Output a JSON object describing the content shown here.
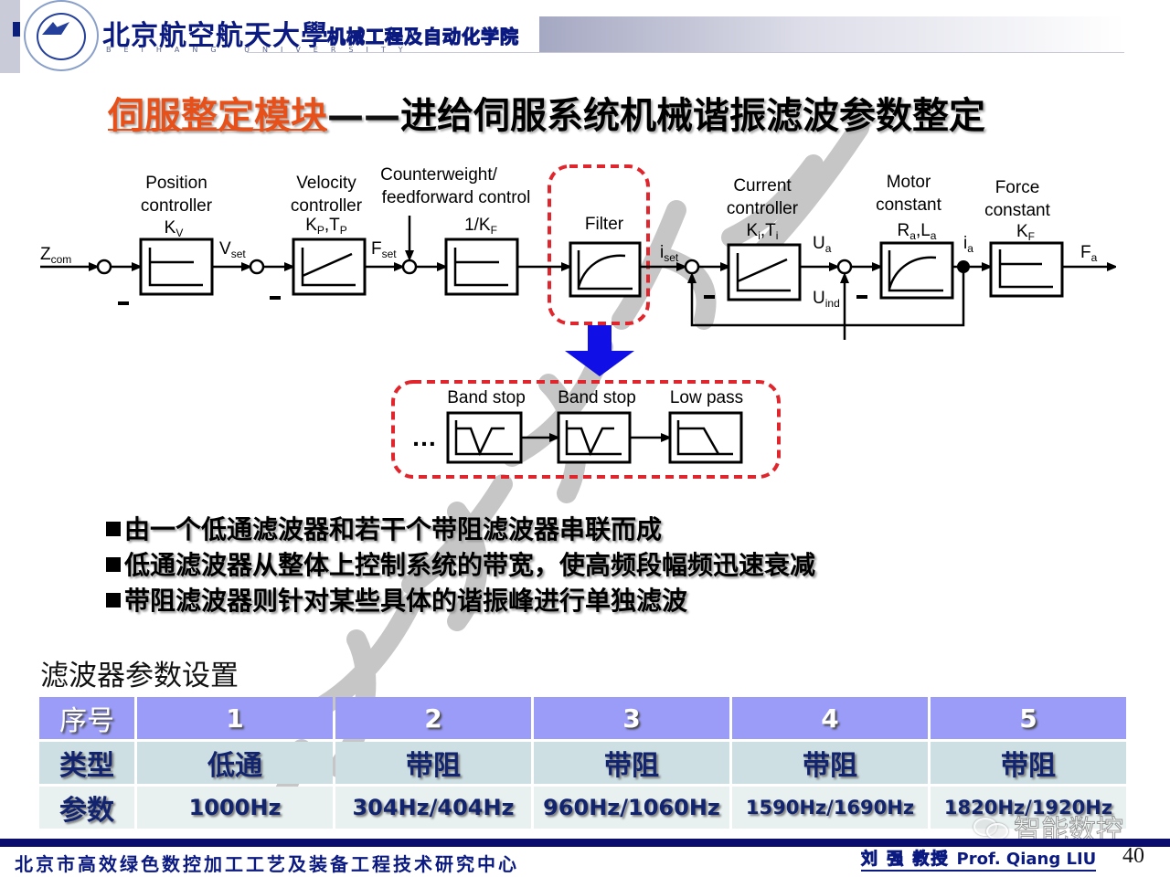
{
  "header": {
    "university_cn": "北京航空航天大學",
    "university_en": "BEIHANG UNIVERSITY",
    "department": "机械工程及自动化学院"
  },
  "title": {
    "highlight": "伺服整定模块",
    "separator": "——",
    "rest": "进给伺服系统机械谐振滤波参数整定"
  },
  "diagram": {
    "signals": {
      "z_com": "Z",
      "z_com_sub": "com",
      "v_set": "V",
      "v_set_sub": "set",
      "f_set": "F",
      "f_set_sub": "set",
      "i_set": "i",
      "i_set_sub": "set",
      "u_a": "U",
      "u_a_sub": "a",
      "u_ind": "U",
      "u_ind_sub": "ind",
      "i_a": "i",
      "i_a_sub": "a",
      "f_a": "F",
      "f_a_sub": "a",
      "minus": "-"
    },
    "blocks": {
      "position": {
        "line1": "Position",
        "line2": "controller",
        "param": "K",
        "param_sub": "V"
      },
      "velocity": {
        "line1": "Velocity",
        "line2": "controller",
        "param": "K",
        "param_sub": "P",
        "param2": ",T",
        "param2_sub": "P"
      },
      "counterweight": {
        "line1": "Counterweight/",
        "line2": "feedforward control"
      },
      "inverse_kf": {
        "param": "1/K",
        "param_sub": "F"
      },
      "filter": {
        "label": "Filter"
      },
      "current": {
        "line1": "Current",
        "line2": "controller",
        "param": "K",
        "param_sub": "i",
        "param2": ",T",
        "param2_sub": "i"
      },
      "motor": {
        "line1": "Motor",
        "line2": "constant",
        "param": "R",
        "param_sub": "a",
        "param2": ",L",
        "param2_sub": "a"
      },
      "force": {
        "line1": "Force",
        "line2": "constant",
        "param": "K",
        "param_sub": "F"
      }
    },
    "filter_chain": {
      "ellipsis": "…",
      "items": [
        "Band stop",
        "Band stop",
        "Low pass"
      ]
    },
    "colors": {
      "dashed_outline": "#e0262c",
      "arrow": "#1010e6"
    }
  },
  "bullets": [
    "由一个低通滤波器和若干个带阻滤波器串联而成",
    "低通滤波器从整体上控制系统的带宽，使高频段幅频迅速衰减",
    "带阻滤波器则针对某些具体的谐振峰进行单独滤波"
  ],
  "table": {
    "caption": "滤波器参数设置",
    "rows": [
      {
        "header": "序号",
        "cells": [
          "1",
          "2",
          "3",
          "4",
          "5"
        ]
      },
      {
        "header": "类型",
        "cells": [
          "低通",
          "带阻",
          "带阻",
          "带阻",
          "带阻"
        ]
      },
      {
        "header": "参数",
        "cells": [
          "1000Hz",
          "304Hz/404Hz",
          "960Hz/1060Hz",
          "1590Hz/1690Hz",
          "1820Hz/1920Hz"
        ]
      }
    ]
  },
  "footer": {
    "center": "北京市高效绿色数控加工工艺及装备工程技术研究中心",
    "author_cn": "刘 强 教授",
    "author_en": "Prof. Qiang LIU",
    "page": "40",
    "wechat": "智能数控"
  }
}
